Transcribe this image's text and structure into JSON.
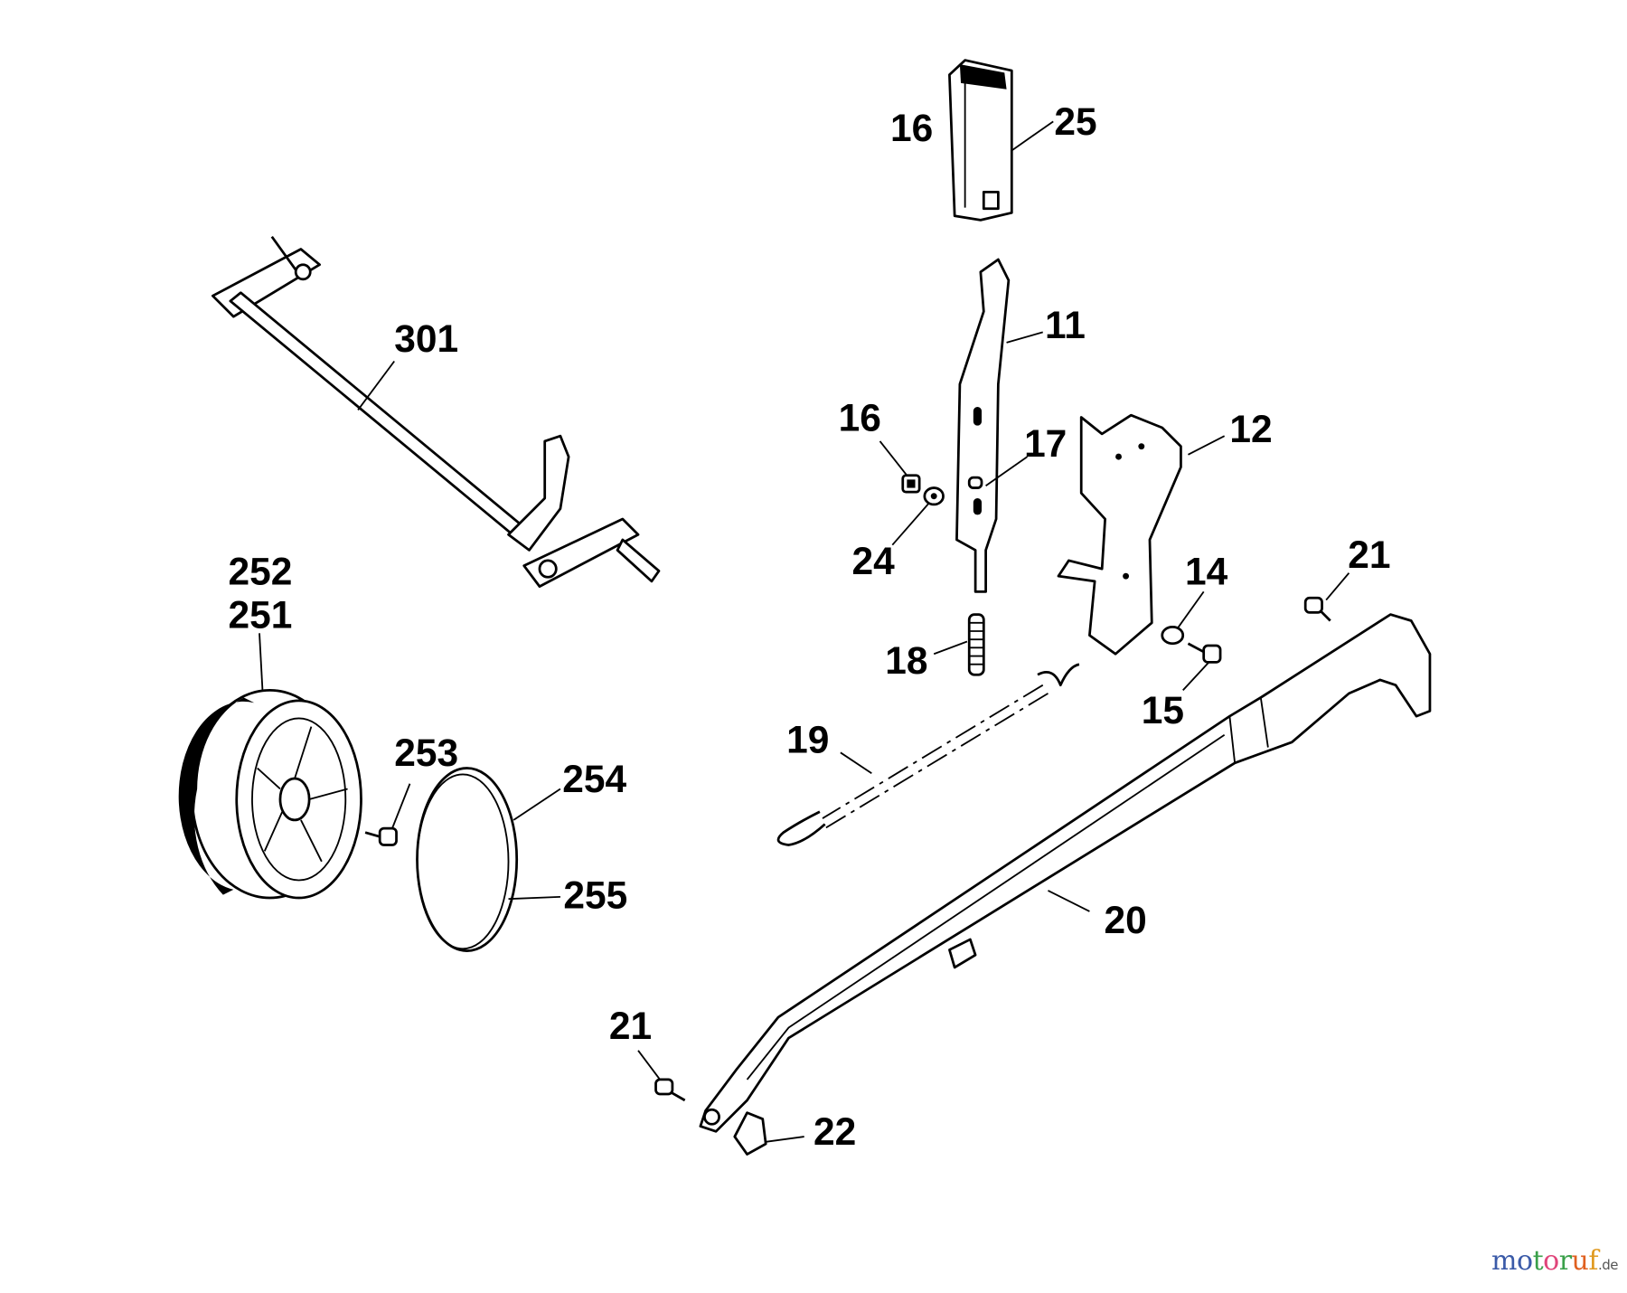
{
  "labels": {
    "l16a": "16",
    "l25": "25",
    "l301": "301",
    "l11": "11",
    "l16b": "16",
    "l17": "17",
    "l12": "12",
    "l24": "24",
    "l21a": "21",
    "l14": "14",
    "l252": "252",
    "l251": "251",
    "l18": "18",
    "l15": "15",
    "l19": "19",
    "l253": "253",
    "l254": "254",
    "l255": "255",
    "l20": "20",
    "l21b": "21",
    "l22": "22"
  },
  "watermark": {
    "brand": "motoruf",
    "tld": ".de",
    "letter_colors": [
      "#3a5aa8",
      "#3a5aa8",
      "#3aa04a",
      "#e0457a",
      "#3aa04a",
      "#e06020",
      "#e09a20",
      "#e0c020"
    ]
  }
}
